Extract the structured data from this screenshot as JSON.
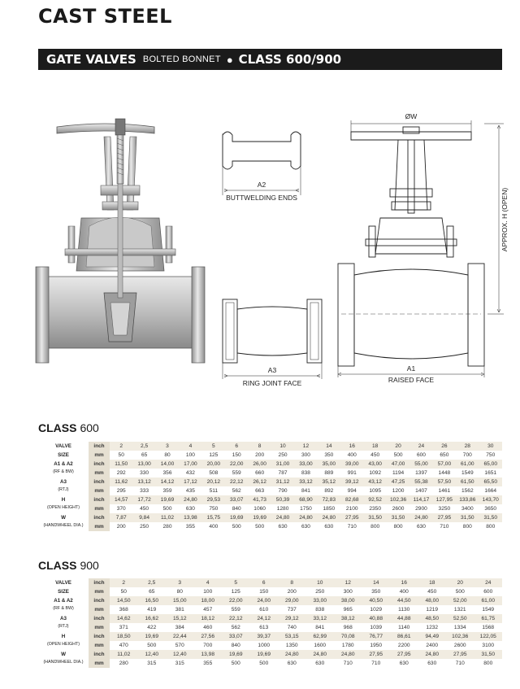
{
  "header": {
    "title": "CAST STEEL",
    "banner_main": "GATE VALVES",
    "banner_sub": "BOLTED BONNET",
    "banner_dot": "●",
    "banner_class": "CLASS 600/900"
  },
  "drawing": {
    "buttwelding_label": "A2",
    "buttwelding_caption": "BUTTWELDING ENDS",
    "ringjoint_label": "A3",
    "ringjoint_caption": "RING JOINT FACE",
    "raised_label": "A1",
    "raised_caption": "RAISED FACE",
    "handwheel_label": "ØW",
    "height_label": "APPROX. H (OPEN)"
  },
  "class600": {
    "title": "CLASS",
    "number": "600",
    "rows": [
      {
        "label": "VALVE",
        "sub": "",
        "unit": "inch",
        "values": [
          "2",
          "2,5",
          "3",
          "4",
          "5",
          "6",
          "8",
          "10",
          "12",
          "14",
          "16",
          "18",
          "20",
          "24",
          "26",
          "28",
          "30"
        ]
      },
      {
        "label": "SIZE",
        "sub": "",
        "unit": "mm",
        "values": [
          "50",
          "65",
          "80",
          "100",
          "125",
          "150",
          "200",
          "250",
          "300",
          "350",
          "400",
          "450",
          "500",
          "600",
          "650",
          "700",
          "750"
        ]
      },
      {
        "label": "A1 & A2",
        "sub": "",
        "unit": "inch",
        "values": [
          "11,50",
          "13,00",
          "14,00",
          "17,00",
          "20,00",
          "22,00",
          "26,00",
          "31,00",
          "33,00",
          "35,00",
          "39,00",
          "43,00",
          "47,00",
          "55,00",
          "57,00",
          "61,00",
          "65,00"
        ]
      },
      {
        "label": "(RF & BW)",
        "sub": "",
        "unit": "mm",
        "values": [
          "292",
          "330",
          "356",
          "432",
          "508",
          "559",
          "660",
          "787",
          "838",
          "889",
          "991",
          "1092",
          "1194",
          "1397",
          "1448",
          "1549",
          "1651"
        ]
      },
      {
        "label": "A3",
        "sub": "",
        "unit": "inch",
        "values": [
          "11,62",
          "13,12",
          "14,12",
          "17,12",
          "20,12",
          "22,12",
          "26,12",
          "31,12",
          "33,12",
          "35,12",
          "39,12",
          "43,12",
          "47,25",
          "55,38",
          "57,50",
          "61,50",
          "65,50"
        ]
      },
      {
        "label": "(RTJ)",
        "sub": "",
        "unit": "mm",
        "values": [
          "295",
          "333",
          "359",
          "435",
          "511",
          "562",
          "663",
          "790",
          "841",
          "892",
          "994",
          "1095",
          "1200",
          "1407",
          "1461",
          "1562",
          "1664"
        ]
      },
      {
        "label": "H",
        "sub": "",
        "unit": "inch",
        "values": [
          "14,57",
          "17,72",
          "19,69",
          "24,80",
          "29,53",
          "33,07",
          "41,73",
          "50,39",
          "68,90",
          "72,83",
          "82,68",
          "92,52",
          "102,36",
          "114,17",
          "127,95",
          "133,86",
          "143,70"
        ]
      },
      {
        "label": "(OPEN HEIGHT)",
        "sub": "",
        "unit": "mm",
        "values": [
          "370",
          "450",
          "500",
          "630",
          "750",
          "840",
          "1060",
          "1280",
          "1750",
          "1850",
          "2100",
          "2350",
          "2600",
          "2900",
          "3250",
          "3400",
          "3650"
        ]
      },
      {
        "label": "W",
        "sub": "",
        "unit": "inch",
        "values": [
          "7,87",
          "9,84",
          "11,02",
          "13,98",
          "15,75",
          "19,69",
          "19,69",
          "24,80",
          "24,80",
          "24,80",
          "27,95",
          "31,50",
          "31,50",
          "24,80",
          "27,95",
          "31,50",
          "31,50"
        ]
      },
      {
        "label": "(HANDWHEEL DIA.)",
        "sub": "",
        "unit": "mm",
        "values": [
          "200",
          "250",
          "280",
          "355",
          "400",
          "500",
          "500",
          "630",
          "630",
          "630",
          "710",
          "800",
          "800",
          "630",
          "710",
          "800",
          "800"
        ]
      }
    ]
  },
  "class900": {
    "title": "CLASS",
    "number": "900",
    "rows": [
      {
        "label": "VALVE",
        "unit": "inch",
        "values": [
          "2",
          "2,5",
          "3",
          "4",
          "5",
          "6",
          "8",
          "10",
          "12",
          "14",
          "16",
          "18",
          "20",
          "24"
        ]
      },
      {
        "label": "SIZE",
        "unit": "mm",
        "values": [
          "50",
          "65",
          "80",
          "100",
          "125",
          "150",
          "200",
          "250",
          "300",
          "350",
          "400",
          "450",
          "500",
          "600"
        ]
      },
      {
        "label": "A1 & A2",
        "unit": "inch",
        "values": [
          "14,50",
          "16,50",
          "15,00",
          "18,00",
          "22,00",
          "24,00",
          "29,00",
          "33,00",
          "38,00",
          "40,50",
          "44,50",
          "48,00",
          "52,00",
          "61,00"
        ]
      },
      {
        "label": "(RF & BW)",
        "unit": "mm",
        "values": [
          "368",
          "419",
          "381",
          "457",
          "559",
          "610",
          "737",
          "838",
          "965",
          "1029",
          "1130",
          "1219",
          "1321",
          "1549"
        ]
      },
      {
        "label": "A3",
        "unit": "inch",
        "values": [
          "14,62",
          "16,62",
          "15,12",
          "18,12",
          "22,12",
          "24,12",
          "29,12",
          "33,12",
          "38,12",
          "40,88",
          "44,88",
          "48,50",
          "52,50",
          "61,75"
        ]
      },
      {
        "label": "(RTJ)",
        "unit": "mm",
        "values": [
          "371",
          "422",
          "384",
          "460",
          "562",
          "613",
          "740",
          "841",
          "968",
          "1039",
          "1140",
          "1232",
          "1334",
          "1568"
        ]
      },
      {
        "label": "H",
        "unit": "inch",
        "values": [
          "18,50",
          "19,69",
          "22,44",
          "27,56",
          "33,07",
          "39,37",
          "53,15",
          "62,99",
          "70,08",
          "76,77",
          "86,61",
          "94,49",
          "102,36",
          "122,05"
        ]
      },
      {
        "label": "(OPEN HEIGHT)",
        "unit": "mm",
        "values": [
          "470",
          "500",
          "570",
          "700",
          "840",
          "1000",
          "1350",
          "1600",
          "1780",
          "1950",
          "2200",
          "2400",
          "2600",
          "3100"
        ]
      },
      {
        "label": "W",
        "unit": "inch",
        "values": [
          "11,02",
          "12,40",
          "12,40",
          "13,98",
          "19,69",
          "19,69",
          "24,80",
          "24,80",
          "24,80",
          "27,95",
          "27,95",
          "24,80",
          "27,95",
          "31,50"
        ]
      },
      {
        "label": "(HANDWHEEL DIA.)",
        "unit": "mm",
        "values": [
          "280",
          "315",
          "315",
          "355",
          "500",
          "500",
          "630",
          "630",
          "710",
          "710",
          "630",
          "630",
          "710",
          "800"
        ]
      }
    ]
  }
}
